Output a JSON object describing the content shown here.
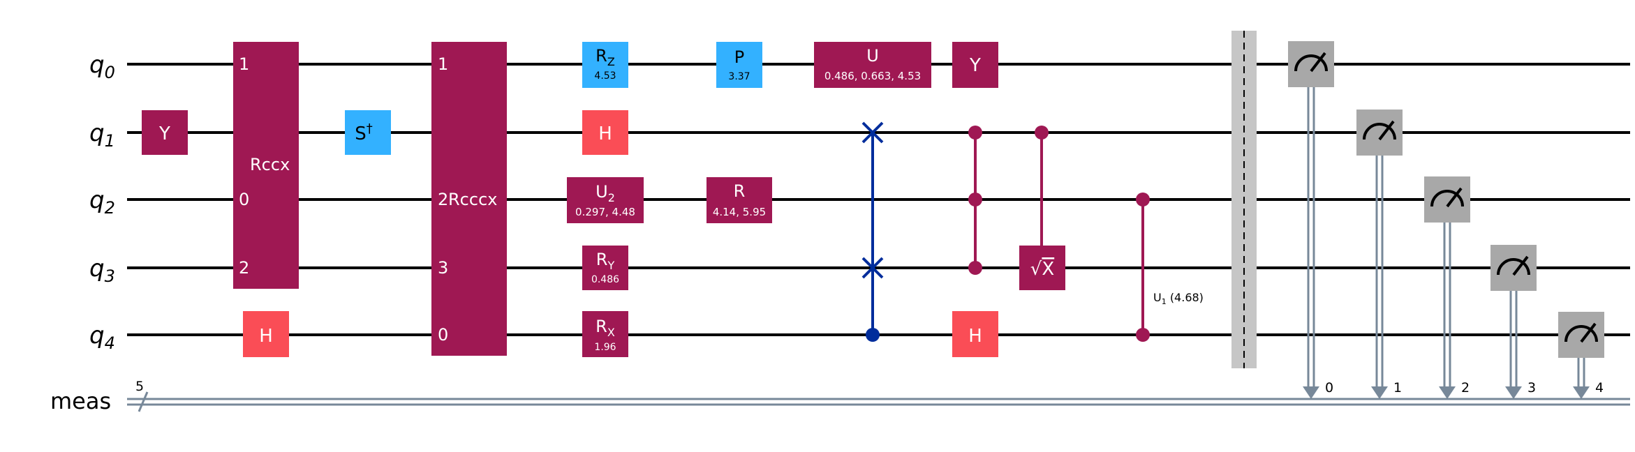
{
  "colors": {
    "wire": "#000000",
    "classical_wire": "#778899",
    "purple": "#9f1853",
    "red": "#fa4d56",
    "blue": "#33b1ff",
    "navy": "#002d9c",
    "measure": "#a8a8a8",
    "barrier": "#c6c6c6",
    "text_dark": "#000000",
    "text_light": "#ffffff"
  },
  "wires": {
    "qubits": [
      {
        "base": "q",
        "sub": "0"
      },
      {
        "base": "q",
        "sub": "1"
      },
      {
        "base": "q",
        "sub": "2"
      },
      {
        "base": "q",
        "sub": "3"
      },
      {
        "base": "q",
        "sub": "4"
      }
    ],
    "classical": {
      "label": "meas",
      "size": "5"
    }
  },
  "gates": {
    "y_q1": "Y",
    "h_q4": "H",
    "rccx": {
      "label": "Rccx",
      "pins": [
        "1",
        "0",
        "2"
      ]
    },
    "sdg": {
      "base": "S",
      "sup": "†"
    },
    "rcccx": {
      "label": "Rcccx",
      "pins": [
        "1",
        "2",
        "3",
        "0"
      ]
    },
    "rz": {
      "base": "R",
      "sub": "Z",
      "param": "4.53"
    },
    "h_q1": "H",
    "u2": {
      "base": "U",
      "sub": "2",
      "param": "0.297, 4.48"
    },
    "ry": {
      "base": "R",
      "sub": "Y",
      "param": "0.486"
    },
    "rx": {
      "base": "R",
      "sub": "X",
      "param": "1.96"
    },
    "p": {
      "label": "P",
      "param": "3.37"
    },
    "r": {
      "label": "R",
      "param": "4.14, 5.95"
    },
    "u": {
      "label": "U",
      "param": "0.486, 0.663, 4.53"
    },
    "y_q0": "Y",
    "sx": {
      "root": "√",
      "label": "X"
    },
    "h_q4b": "H",
    "u1": {
      "base": "U",
      "sub": "1",
      "param": "(4.68)"
    }
  },
  "measure_indices": [
    "0",
    "1",
    "2",
    "3",
    "4"
  ]
}
